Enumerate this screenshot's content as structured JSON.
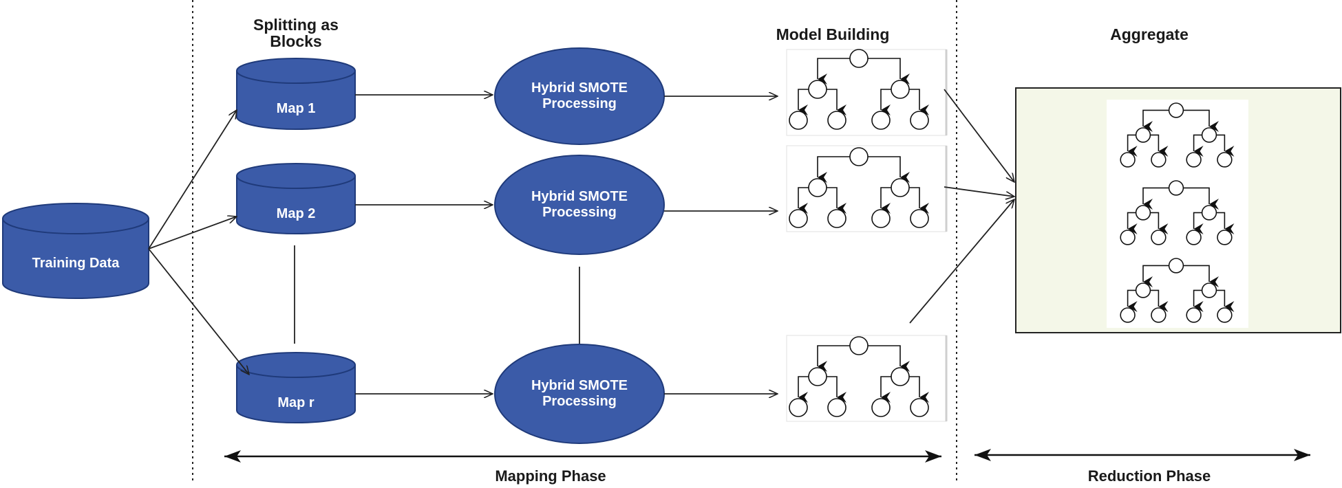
{
  "labels": {
    "splitting": "Splitting as Blocks",
    "model_building": "Model Building",
    "aggregate": "Aggregate",
    "mapping_phase": "Mapping Phase",
    "reduction_phase": "Reduction Phase"
  },
  "training_data": "Training Data",
  "maps": [
    "Map 1",
    "Map 2",
    "Map r"
  ],
  "processors": [
    "Hybrid SMOTE Processing",
    "Hybrid SMOTE Processing",
    "Hybrid SMOTE Processing"
  ],
  "colors": {
    "shape_fill": "#3b5ba8",
    "shape_stroke": "#1f3a7a",
    "aggregate_bg": "#f4f7e8",
    "line": "#222222"
  }
}
